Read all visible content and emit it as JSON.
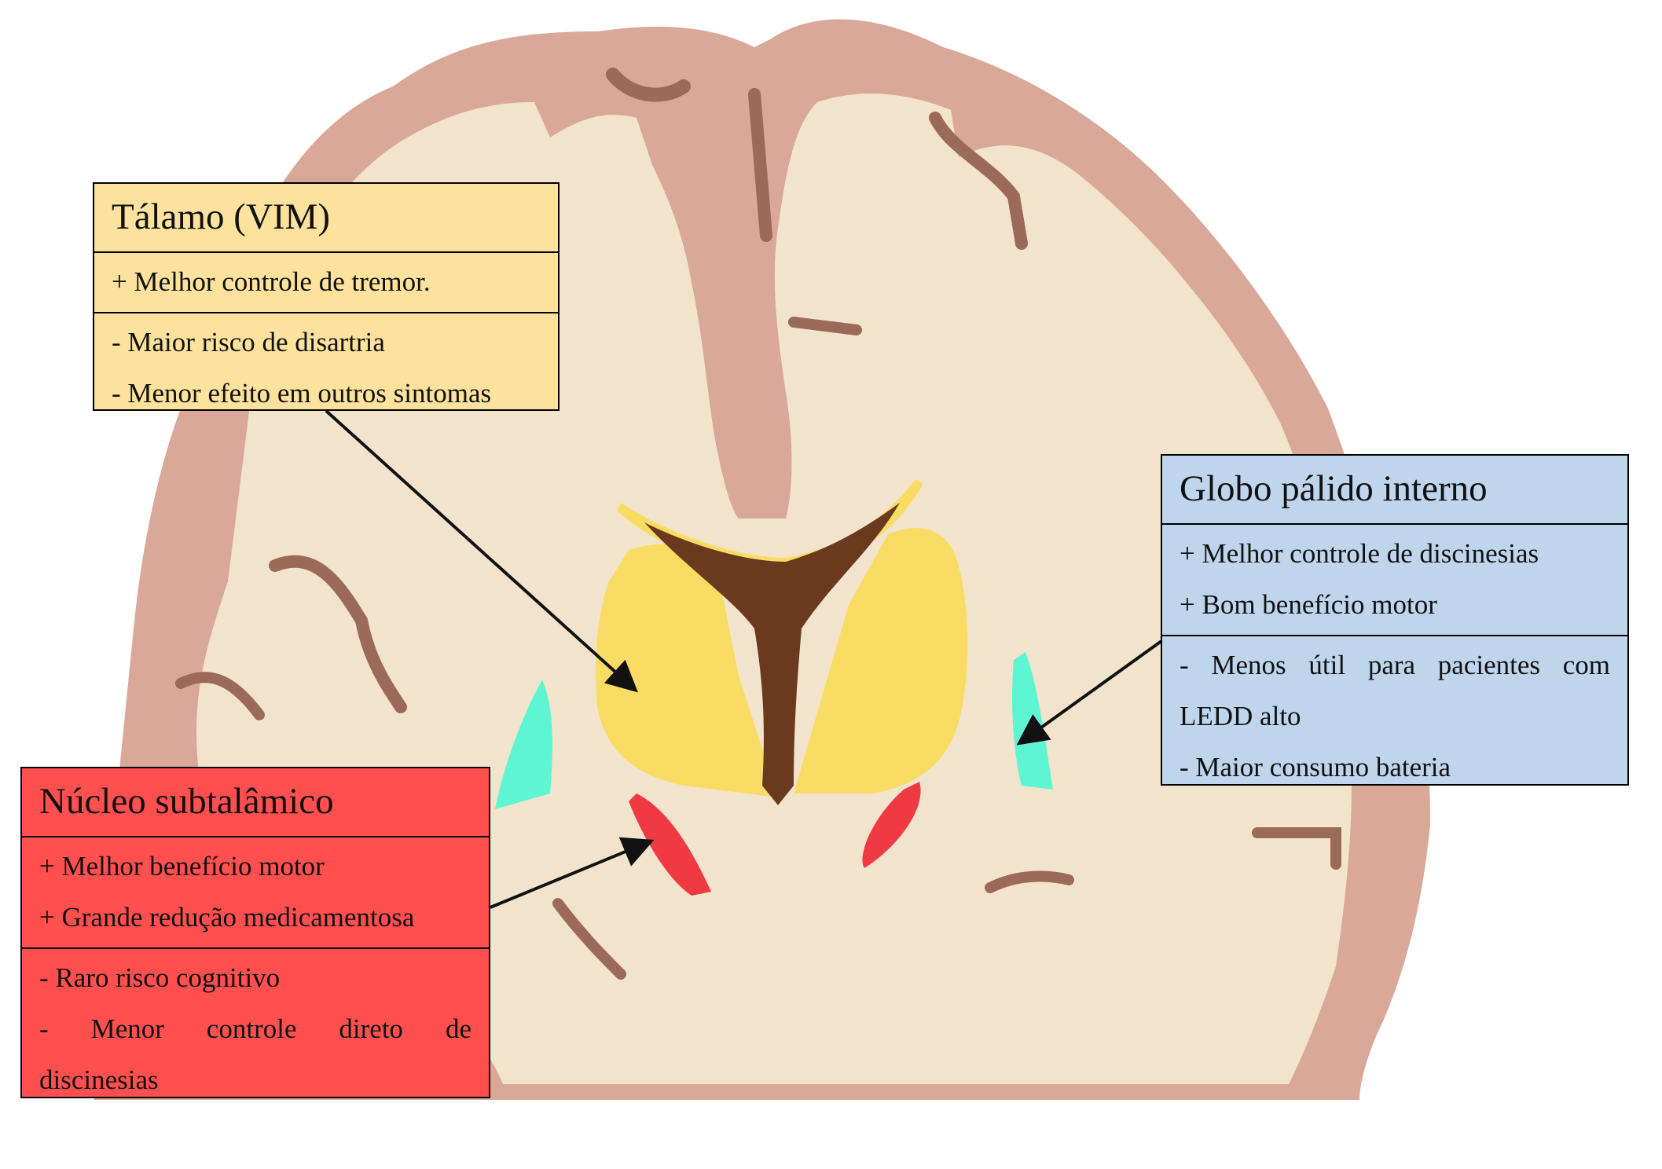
{
  "thalamus": {
    "title": "Tálamo (VIM)",
    "pros": [
      "+ Melhor controle de tremor."
    ],
    "cons": [
      "- Maior risco de disartria",
      "- Menor efeito em outros sintomas"
    ],
    "color": "#fce29c"
  },
  "gpi": {
    "title": "Globo pálido interno",
    "pros": [
      "+ Melhor controle de discinesias",
      "+ Bom benefício motor"
    ],
    "cons_line1": "- Menos útil para pacientes com",
    "cons_line2": "LEDD alto",
    "cons_line3": "- Maior consumo bateria",
    "color": "#bed5ec"
  },
  "stn": {
    "title": "Núcleo subtalâmico",
    "pros": [
      "+ Melhor benefício motor",
      "+ Grande redução medicamentosa"
    ],
    "cons_line1": "- Raro risco cognitivo",
    "cons_line2": "- Menor controle direto de",
    "cons_line3": "discinesias",
    "color": "#ff4f4f"
  },
  "colors": {
    "cortex": "#d9a898",
    "white_matter": "#f2e4cc",
    "sulcus": "#9c6a58",
    "thalamus": "#f9dc63",
    "ventricle": "#6b3a1e",
    "globus_pallidus": "#5ef5d2",
    "subthalamic_nucleus": "#ef3a44",
    "arrow": "#111111"
  }
}
